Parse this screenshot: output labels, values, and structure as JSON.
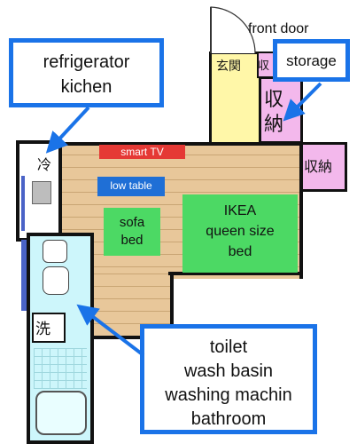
{
  "labels": {
    "front_door": "front door",
    "storage": "storage",
    "refrigerator": "refrigerator",
    "kitchen": "kichen",
    "smart_tv": "smart TV",
    "low_table": "low table",
    "sofa_bed_1": "sofa",
    "sofa_bed_2": "bed",
    "queen_1": "IKEA",
    "queen_2": "queen size",
    "queen_3": "bed",
    "bath_1": "toilet",
    "bath_2": "wash basin",
    "bath_3": "washing machin",
    "bath_4": "bathroom"
  },
  "jp": {
    "genkan": "玄関",
    "shu_small": "収",
    "shuno_1": "収",
    "shuno_2": "納",
    "shuno_right": "収納",
    "rei": "冷",
    "sen": "洗"
  },
  "colors": {
    "callout_border": "#1a73e8",
    "floor": "#e8c79a",
    "bed": "#4cd964",
    "tv": "#e53935",
    "table": "#1f6fd6",
    "storage": "#f3b8ec",
    "bath": "#cdf6fb",
    "genkan": "#fff7a8"
  }
}
